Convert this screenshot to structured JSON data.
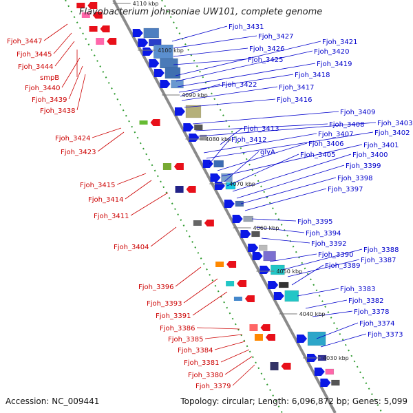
{
  "title": "Flavobacterium johnsoniae UW101, complete genome",
  "footer": {
    "accession": "Accession: NC_009441",
    "info": "Topology: circular; Length: 6,096,872 bp; Genes: 5,099"
  },
  "colors": {
    "backbone": "#8a8a8a",
    "reverse_genes": "#e8101a",
    "forward_genes": "#0a18e6",
    "reverse_labels": "#cc0000",
    "forward_labels": "#0000cc"
  },
  "ticks": [
    "4110 kbp",
    "4100 kbp",
    "4090 kbp",
    "4080 kbp",
    "4070 kbp",
    "4060 kbp",
    "4050 kbp",
    "4040 kbp",
    "4030 kbp"
  ],
  "left_labels": [
    "Fjoh_3447",
    "Fjoh_3445",
    "Fjoh_3444",
    "smpB",
    "Fjoh_3440",
    "Fjoh_3439",
    "Fjoh_3438",
    "Fjoh_3424",
    "Fjoh_3423",
    "Fjoh_3415",
    "Fjoh_3414",
    "Fjoh_3411",
    "Fjoh_3404",
    "Fjoh_3396",
    "Fjoh_3393",
    "Fjoh_3391",
    "Fjoh_3386",
    "Fjoh_3385",
    "Fjoh_3384",
    "Fjoh_3381",
    "Fjoh_3380",
    "Fjoh_3379"
  ],
  "right_labels": [
    "Fjoh_3431",
    "Fjoh_3427",
    "Fjoh_3426",
    "Fjoh_3425",
    "Fjoh_3421",
    "Fjoh_3420",
    "Fjoh_3419",
    "Fjoh_3418",
    "Fjoh_3422",
    "Fjoh_3417",
    "Fjoh_3416",
    "Fjoh_3409",
    "Fjoh_3408",
    "Fjoh_3403",
    "Fjoh_3413",
    "Fjoh_3407",
    "Fjoh_3402",
    "Fjoh_3412",
    "Fjoh_3406",
    "Fjoh_3401",
    "glyA",
    "Fjoh_3405",
    "Fjoh_3400",
    "Fjoh_3399",
    "Fjoh_3398",
    "Fjoh_3397",
    "Fjoh_3395",
    "Fjoh_3394",
    "Fjoh_3392",
    "Fjoh_3390",
    "Fjoh_3388",
    "Fjoh_3387",
    "Fjoh_3389",
    "Fjoh_3383",
    "Fjoh_3382",
    "Fjoh_3378",
    "Fjoh_3374",
    "Fjoh_3373"
  ]
}
